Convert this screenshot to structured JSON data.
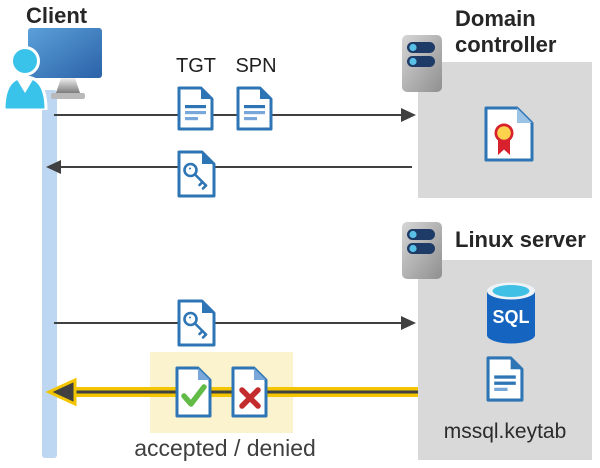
{
  "client": {
    "label": "Client"
  },
  "domain_controller": {
    "label": "Domain controller"
  },
  "linux_server": {
    "label": "Linux server",
    "sql_label": "SQL",
    "keytab_label": "mssql.keytab"
  },
  "flow": {
    "tgt_label": "TGT",
    "spn_label": "SPN",
    "result_label": "accepted / denied"
  },
  "colors": {
    "document_blue": "#2e75b5",
    "document_fold_light": "#79a7d9",
    "certificate_fold": "#9cc3e5",
    "highlight_yellow": "#faf3ce",
    "arrow_yellow": "#f2c500",
    "arrow_gray": "#404040",
    "accepted_green": "#62bb46",
    "denied_red": "#c42b2c",
    "timeline_blue": "#bdd7f2",
    "panel_gray": "#d9d9d9",
    "sql_blue": "#1565c0",
    "sql_top_cyan": "#3fc0e4",
    "person_cyan": "#3ac3ea",
    "server_pill_navy": "#1e3a66",
    "server_led_blue": "#59c1e8"
  }
}
